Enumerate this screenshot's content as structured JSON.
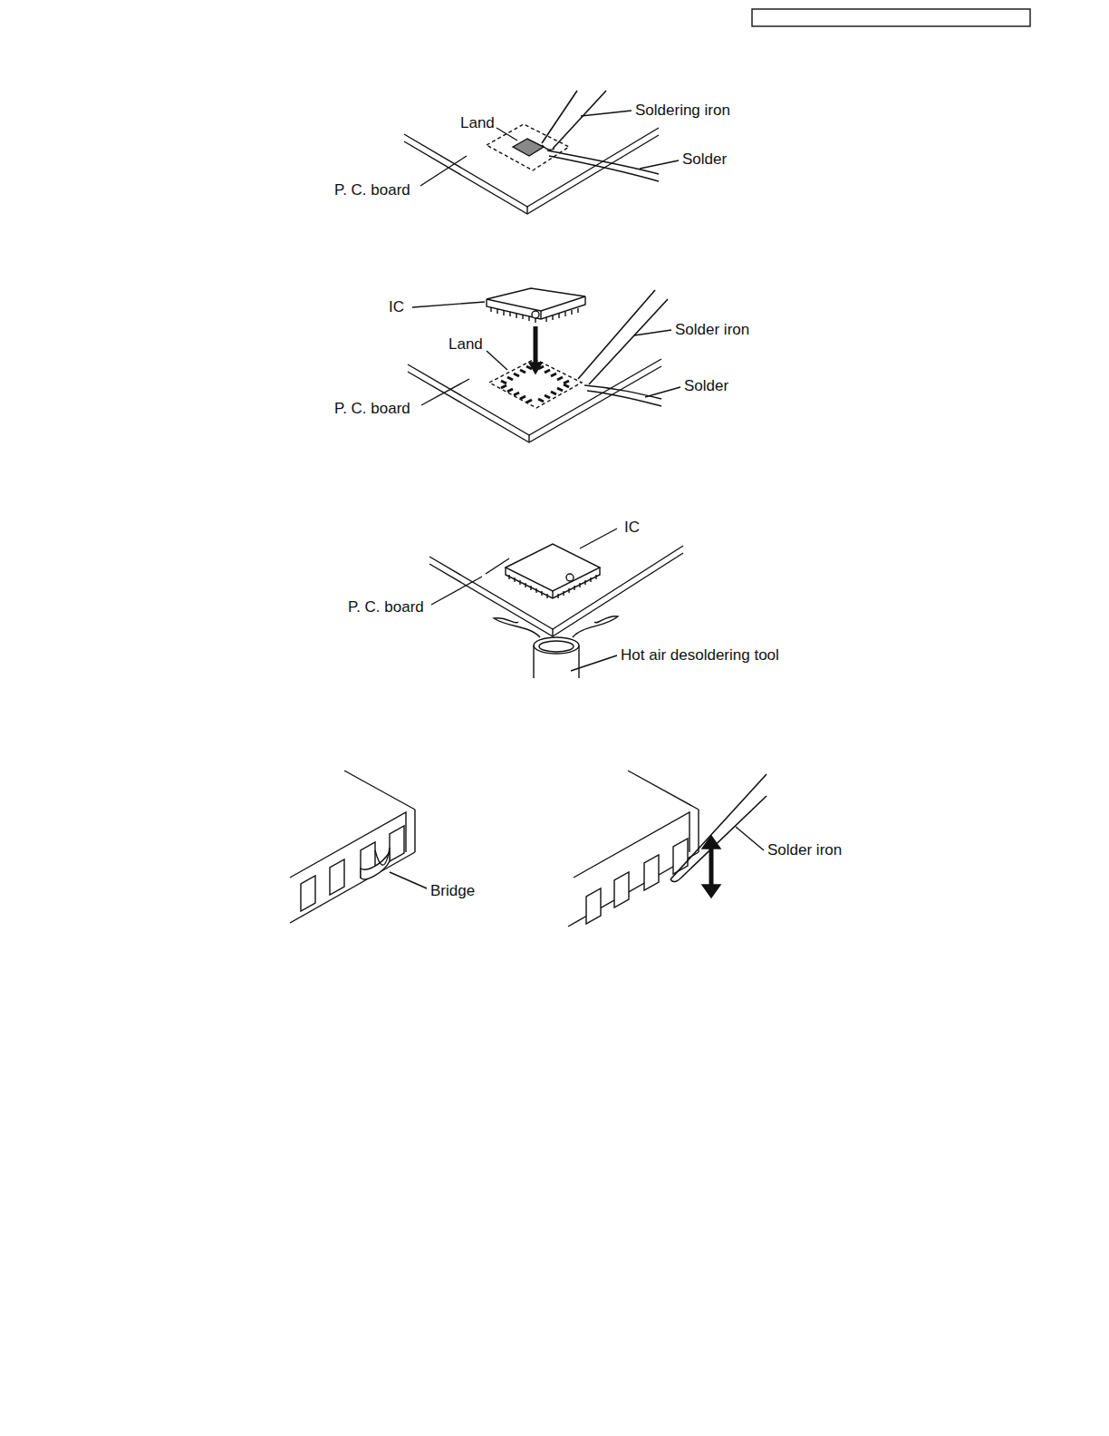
{
  "diagram": {
    "labels": [
      "Land",
      "Soldering iron",
      "Solder",
      "P. C. board",
      "IC",
      "Land",
      "Solder iron",
      "Solder",
      "P. C. board",
      "IC",
      "P. C. board",
      "Hot air desoldering tool",
      "Bridge",
      "Solder iron"
    ]
  }
}
